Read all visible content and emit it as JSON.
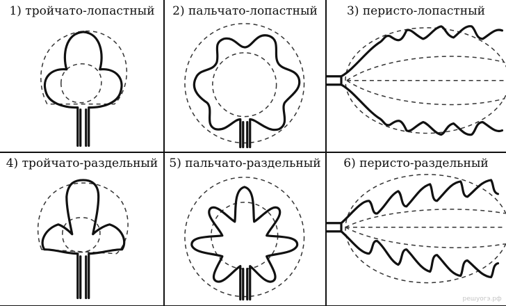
{
  "cells": [
    {
      "label": "1) тройчато-лопастный"
    },
    {
      "label": "2) пальчато-лопастный"
    },
    {
      "label": "3) перисто-лопастный"
    },
    {
      "label": "4) тройчато-раздельный"
    },
    {
      "label": "5) пальчато-раздельный"
    },
    {
      "label": "6) перисто-раздельный"
    }
  ],
  "watermark": "решуогэ.рф"
}
